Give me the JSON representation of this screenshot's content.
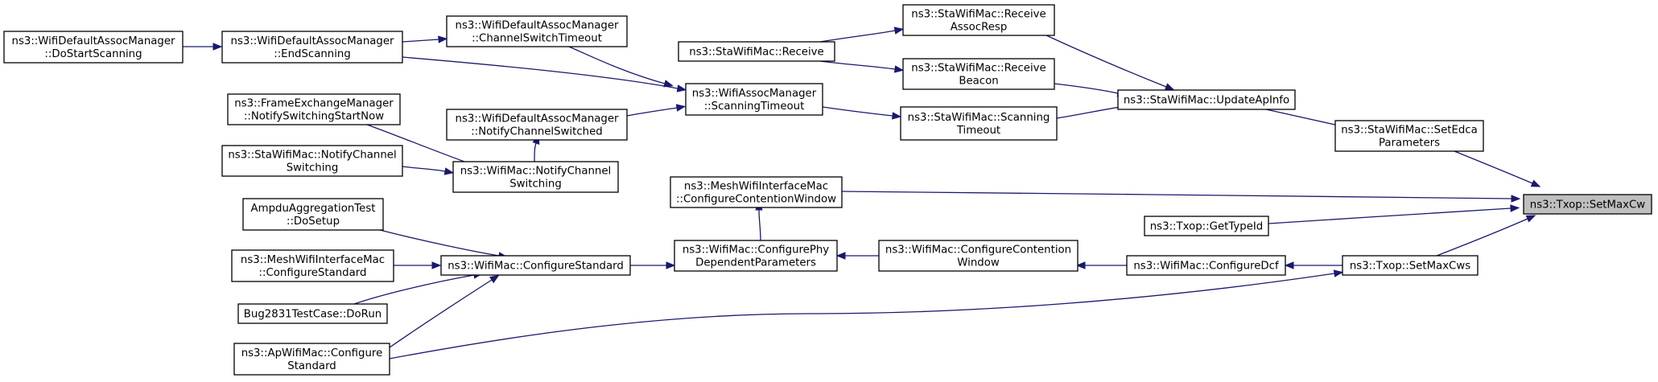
{
  "colors": {
    "edge": "#191970",
    "root_fill": "#bfbfbf",
    "node_fill": "#ffffff",
    "border": "#000000"
  },
  "nodes": {
    "n1": [
      "ns3::Txop::SetMaxCw"
    ],
    "n2": [
      "ns3::StaWifiMac::SetEdca",
      "Parameters"
    ],
    "n3": [
      "ns3::StaWifiMac::UpdateApInfo"
    ],
    "n4": [
      "ns3::StaWifiMac::Receive",
      "AssocResp"
    ],
    "n5": [
      "ns3::StaWifiMac::Receive"
    ],
    "n6": [
      "ns3::StaWifiMac::Receive",
      "Beacon"
    ],
    "n7": [
      "ns3::StaWifiMac::Scanning",
      "Timeout"
    ],
    "n8": [
      "ns3::WifiAssocManager",
      "::ScanningTimeout"
    ],
    "n9": [
      "ns3::WifiDefaultAssocManager",
      "::ChannelSwitchTimeout"
    ],
    "n10": [
      "ns3::WifiDefaultAssocManager",
      "::EndScanning"
    ],
    "n11": [
      "ns3::WifiDefaultAssocManager",
      "::DoStartScanning"
    ],
    "n12": [
      "ns3::WifiDefaultAssocManager",
      "::NotifyChannelSwitched"
    ],
    "n13": [
      "ns3::WifiMac::NotifyChannel",
      "Switching"
    ],
    "n14": [
      "ns3::FrameExchangeManager",
      "::NotifySwitchingStartNow"
    ],
    "n15": [
      "ns3::StaWifiMac::NotifyChannel",
      "Switching"
    ],
    "n16": [
      "ns3::MeshWifiInterfaceMac",
      "::ConfigureContentionWindow"
    ],
    "n17": [
      "ns3::WifiMac::ConfigurePhy",
      "DependentParameters"
    ],
    "n18": [
      "ns3::WifiMac::ConfigureContention",
      "Window"
    ],
    "n19": [
      "ns3::WifiMac::ConfigureDcf"
    ],
    "n20": [
      "ns3::Txop::GetTypeId"
    ],
    "n21": [
      "ns3::Txop::SetMaxCws"
    ],
    "n22": [
      "ns3::WifiMac::ConfigureStandard"
    ],
    "n23": [
      "AmpduAggregationTest",
      "::DoSetup"
    ],
    "n24": [
      "ns3::MeshWifiInterfaceMac",
      "::ConfigureStandard"
    ],
    "n25": [
      "Bug2831TestCase::DoRun"
    ],
    "n26": [
      "ns3::ApWifiMac::Configure",
      "Standard"
    ]
  },
  "edges": [
    [
      "n2",
      "n1"
    ],
    [
      "n16",
      "n1"
    ],
    [
      "n20",
      "n1"
    ],
    [
      "n21",
      "n1"
    ],
    [
      "n3",
      "n2"
    ],
    [
      "n4",
      "n3"
    ],
    [
      "n6",
      "n3"
    ],
    [
      "n7",
      "n3"
    ],
    [
      "n5",
      "n4"
    ],
    [
      "n5",
      "n6"
    ],
    [
      "n8",
      "n7"
    ],
    [
      "n9",
      "n8"
    ],
    [
      "n10",
      "n8"
    ],
    [
      "n12",
      "n8"
    ],
    [
      "n10",
      "n9"
    ],
    [
      "n11",
      "n10"
    ],
    [
      "n13",
      "n12"
    ],
    [
      "n14",
      "n13"
    ],
    [
      "n15",
      "n13"
    ],
    [
      "n17",
      "n16"
    ],
    [
      "n18",
      "n17"
    ],
    [
      "n22",
      "n17"
    ],
    [
      "n19",
      "n18"
    ],
    [
      "n21",
      "n19"
    ],
    [
      "n23",
      "n22"
    ],
    [
      "n24",
      "n22"
    ],
    [
      "n25",
      "n22"
    ],
    [
      "n26",
      "n22"
    ],
    [
      "n26",
      "n21"
    ]
  ]
}
